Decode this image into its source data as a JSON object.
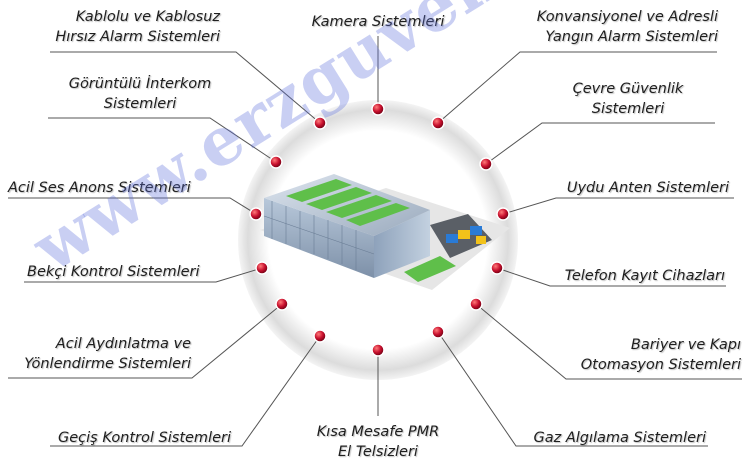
{
  "diagram": {
    "center": "warehouse-building",
    "labels": {
      "kablolu": [
        "Kablolu ve Kablosuz",
        "Hırsız Alarm Sistemleri"
      ],
      "kamera": [
        "Kamera Sistemleri"
      ],
      "konvansiyonel": [
        "Konvansiyonel ve Adresli",
        "Yangın Alarm Sistemleri"
      ],
      "goruntulu": [
        "Görüntülü İnterkom",
        "Sistemleri"
      ],
      "cevre": [
        "Çevre Güvenlik",
        "Sistemleri"
      ],
      "acil_ses": [
        "Acil Ses Anons Sistemleri"
      ],
      "uydu": [
        "Uydu Anten Sistemleri"
      ],
      "bekci": [
        "Bekçi Kontrol Sistemleri"
      ],
      "telefon": [
        "Telefon Kayıt Cihazları"
      ],
      "acil_aydinlatma": [
        "Acil Aydınlatma ve",
        "Yönlendirme Sistemleri"
      ],
      "bariyer": [
        "Bariyer ve Kapı",
        "Otomasyon Sistemleri"
      ],
      "gecis": [
        "Geçiş Kontrol Sistemleri"
      ],
      "kisa_mesafe": [
        "Kısa Mesafe PMR",
        "El Telsizleri"
      ],
      "gaz": [
        "Gaz Algılama Sistemleri"
      ]
    }
  },
  "watermark": "www.erzguvenlik.com",
  "colors": {
    "dot": "#c8102e",
    "line": "#555555",
    "building_roof": "#8ca0b8",
    "stripe": "#5fbf4a",
    "watermark": "#5a6edc"
  }
}
